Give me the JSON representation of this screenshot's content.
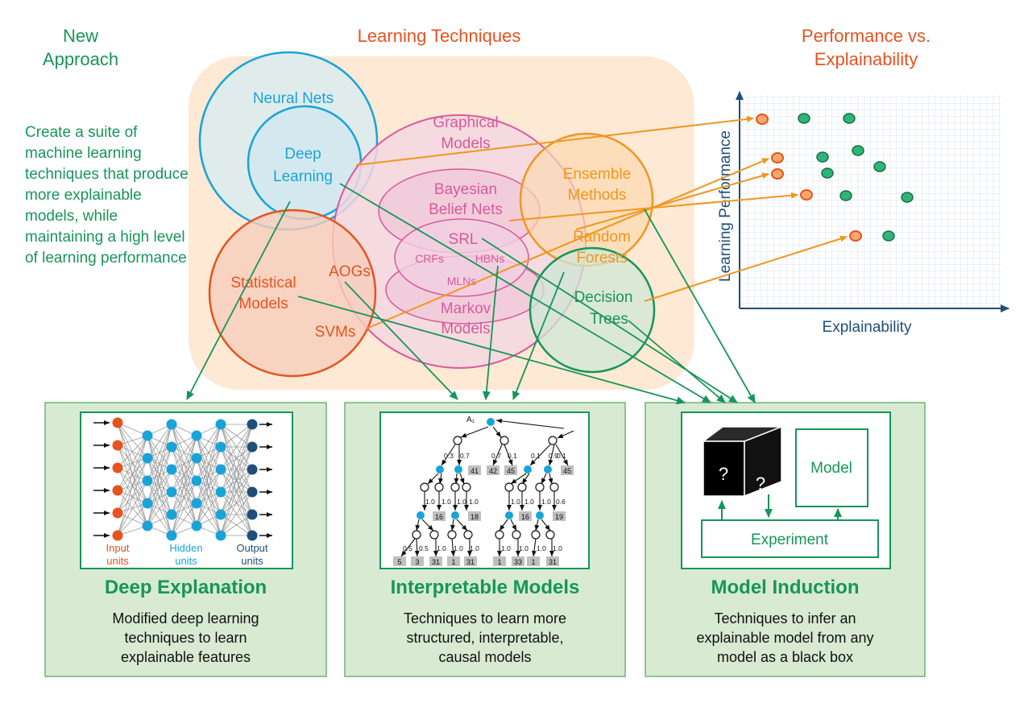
{
  "new_approach": {
    "line1": "New",
    "line2": "Approach"
  },
  "learning_techniques": "Learning Techniques",
  "perf_vs_expl": {
    "line1": "Performance vs.",
    "line2": "Explainability"
  },
  "description": "Create a suite of machine learning techniques that produce more explainable models, while maintaining a high level of learning performance",
  "techniques": {
    "neural_nets": "Neural Nets",
    "deep_learning": [
      "Deep",
      "Learning"
    ],
    "graphical_models": [
      "Graphical",
      "Models"
    ],
    "bayesian": [
      "Bayesian",
      "Belief Nets"
    ],
    "srl": "SRL",
    "crfs": "CRFs",
    "hbns": "HBNs",
    "mlns": "MLNs",
    "markov": [
      "Markov",
      "Models"
    ],
    "ensemble": [
      "Ensemble",
      "Methods"
    ],
    "random_forests": [
      "Random",
      "Forests"
    ],
    "decision_trees": [
      "Decision",
      "Trees"
    ],
    "statistical": [
      "Statistical",
      "Models"
    ],
    "aogs": "AOGs",
    "svms": "SVMs"
  },
  "chart": {
    "ylabel": "Learning Performance",
    "xlabel": "Explainability"
  },
  "cards": {
    "deep": {
      "title": "Deep Explanation",
      "desc": [
        "Modified deep learning",
        "techniques to learn",
        "explainable features"
      ],
      "labels": {
        "input": [
          "Input",
          "units"
        ],
        "hidden": [
          "Hidden",
          "units"
        ],
        "output": [
          "Output",
          "units"
        ]
      }
    },
    "interp": {
      "title": "Interpretable Models",
      "desc": [
        "Techniques to learn more",
        "structured, interpretable,",
        "causal models"
      ],
      "root_label": "A₁",
      "edge_labels": [
        "0.3",
        "0.7",
        "0.7",
        "0.1",
        "0.1",
        "0.9",
        "0.1",
        "1.0",
        "1.0",
        "1.0",
        "1.0",
        "1.0",
        "1.0",
        "1.0",
        "0.6",
        "0.5",
        "0.5",
        "1.0",
        "1.0",
        "1.0",
        "1.0",
        "1.0",
        "1.0",
        "1.0"
      ],
      "boxes": [
        "41",
        "42",
        "45",
        "45",
        "16",
        "18",
        "16",
        "19",
        "5",
        "3",
        "31",
        "1",
        "31",
        "1",
        "33",
        "1",
        "31"
      ]
    },
    "induction": {
      "title": "Model Induction",
      "desc": [
        "Techniques to infer an",
        "explainable model from any",
        "model as a black box"
      ],
      "model": "Model",
      "experiment": "Experiment",
      "q1": "?",
      "q2": "?"
    }
  },
  "colors": {
    "green": "#17955a",
    "orange": "#e5531f",
    "blue": "#1aa3d9",
    "pink": "#d9599b",
    "amber": "#f0961e",
    "beige": "#fde9d4",
    "card": "#d8ead2",
    "navy": "#1f4e79"
  }
}
